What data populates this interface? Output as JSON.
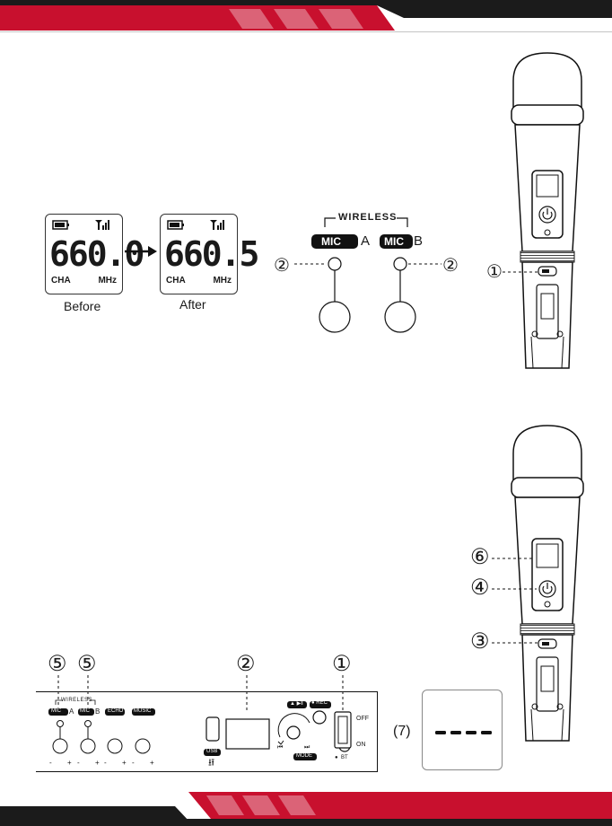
{
  "lcd_before": {
    "frequency": "660.0",
    "channel": "CHA",
    "unit": "MHz",
    "caption": "Before"
  },
  "lcd_after": {
    "frequency": "660.5",
    "channel": "CHA",
    "unit": "MHz",
    "caption": "After"
  },
  "wireless_panel": {
    "title": "WIRELESS",
    "mic_a": "MIC",
    "mic_a_letter": "A",
    "mic_b": "MIC",
    "mic_b_letter": "B",
    "callout_left": "②",
    "callout_right": "②"
  },
  "mic_top": {
    "callout": "①"
  },
  "mic_bottom": {
    "callout_6": "⑥",
    "callout_4": "④",
    "callout_3": "③"
  },
  "front_panel": {
    "callouts": [
      "⑤",
      "⑤",
      "②",
      "①"
    ],
    "wireless": "WIRELESS",
    "mic_a": "MIC",
    "mic_a_letter": "A",
    "mic_b": "MIC",
    "mic_b_letter": "B",
    "echo": "ECHO",
    "music": "MUSIC",
    "usb": "USB",
    "play": "▲ ▶‖",
    "rec": "● REC",
    "mode": "MODE",
    "bt": "BT",
    "off": "OFF",
    "on": "ON",
    "minus": "-",
    "plus": "+"
  },
  "display_7": {
    "callout": "(7)",
    "text": "- - - -"
  },
  "colors": {
    "accent_red": "#c8102e",
    "dark": "#1b1b1b"
  }
}
